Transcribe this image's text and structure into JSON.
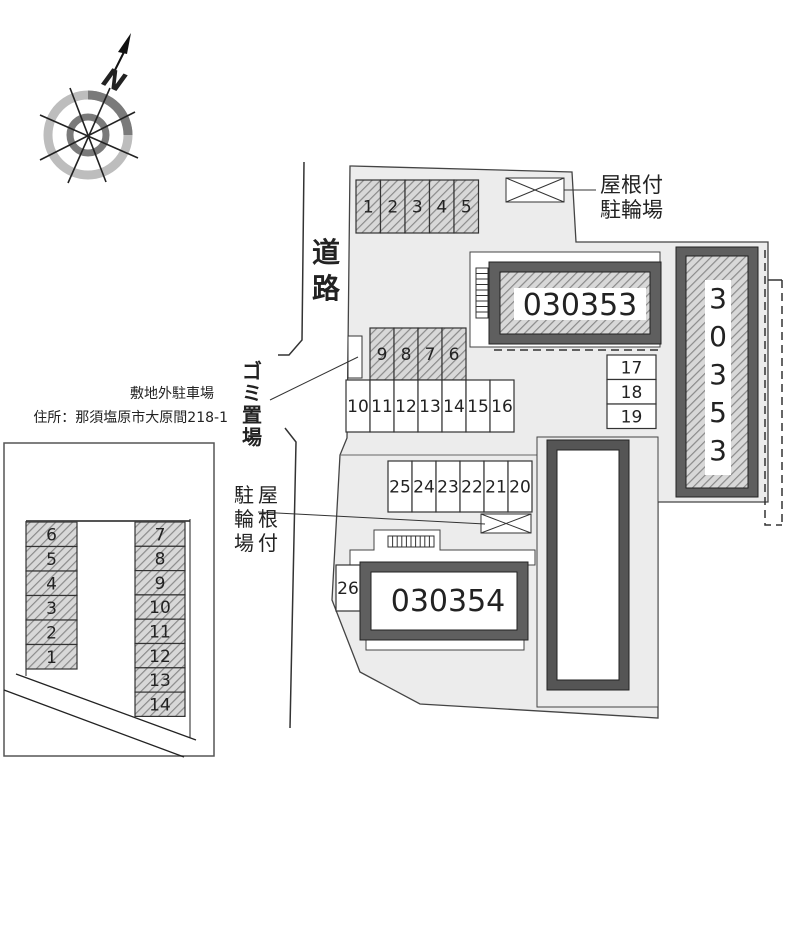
{
  "compass": {
    "north_label": "N"
  },
  "road_label": [
    "道",
    "路"
  ],
  "garbage_label": [
    "ゴ",
    "ミ",
    "置",
    "場"
  ],
  "covered_bike_top": [
    "屋根付",
    "駐輪場"
  ],
  "covered_bike_left": {
    "col1": [
      "駐",
      "輪",
      "場"
    ],
    "col2": [
      "屋",
      "根",
      "付"
    ]
  },
  "offsite_parking": {
    "title": "敷地外駐車場",
    "address": "住所：那須塩原市大原間218-1",
    "left_column": [
      "6",
      "5",
      "4",
      "3",
      "2",
      "1"
    ],
    "right_column": [
      "7",
      "8",
      "9",
      "10",
      "11",
      "12",
      "13",
      "14"
    ]
  },
  "parking": {
    "row_a": [
      "1",
      "2",
      "3",
      "4",
      "5"
    ],
    "row_b": [
      "9",
      "8",
      "7",
      "6"
    ],
    "row_c": [
      "10",
      "11",
      "12",
      "13",
      "14",
      "15",
      "16"
    ],
    "row_d": [
      "17",
      "18",
      "19"
    ],
    "row_e": [
      "25",
      "24",
      "23",
      "22",
      "21",
      "20"
    ],
    "row_f": [
      "26"
    ]
  },
  "buildings": {
    "b1": "030353",
    "b2": [
      "3",
      "0",
      "3",
      "5",
      "3"
    ],
    "b3": "030354"
  },
  "colors": {
    "site": "#ececec",
    "building_frame": "#5f5f5f",
    "hatch": "#9a9a9a"
  }
}
